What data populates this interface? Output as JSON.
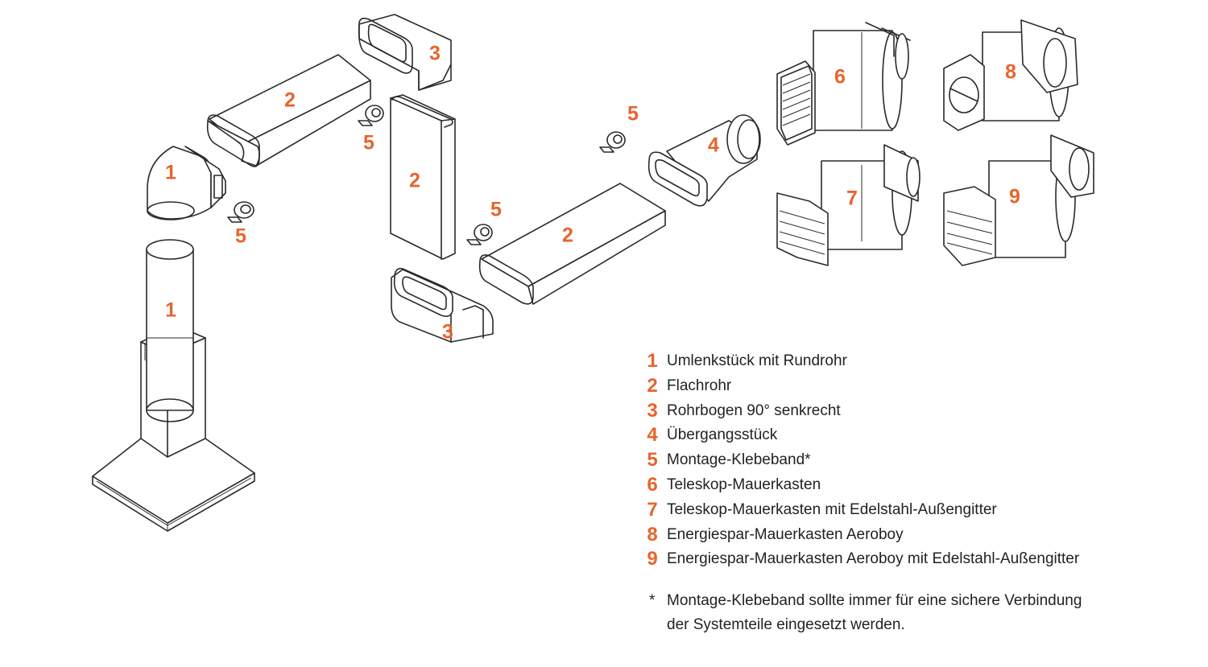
{
  "diagram": {
    "colors": {
      "accent": "#e8642c",
      "line": "#2a2a2a",
      "text": "#222222",
      "background": "#ffffff"
    },
    "part_labels": [
      "1",
      "1",
      "2",
      "2",
      "2",
      "3",
      "3",
      "4",
      "5",
      "5",
      "5",
      "5",
      "6",
      "7",
      "8",
      "9"
    ]
  },
  "legend": {
    "items": [
      {
        "num": "1",
        "text": "Umlenkstück mit Rundrohr"
      },
      {
        "num": "2",
        "text": "Flachrohr"
      },
      {
        "num": "3",
        "text": "Rohrbogen 90° senkrecht"
      },
      {
        "num": "4",
        "text": "Übergangsstück"
      },
      {
        "num": "5",
        "text": "Montage-Klebeband*"
      },
      {
        "num": "6",
        "text": "Teleskop-Mauerkasten"
      },
      {
        "num": "7",
        "text": "Teleskop-Mauerkasten mit Edelstahl-Außengitter"
      },
      {
        "num": "8",
        "text": "Energiespar-Mauerkasten Aeroboy"
      },
      {
        "num": "9",
        "text": "Energiespar-Mauerkasten Aeroboy mit Edelstahl-Außengitter"
      }
    ],
    "note_marker": "*",
    "note_line1": "Montage-Klebeband sollte immer für eine sichere Verbindung",
    "note_line2": "der Systemteile eingesetzt werden."
  }
}
